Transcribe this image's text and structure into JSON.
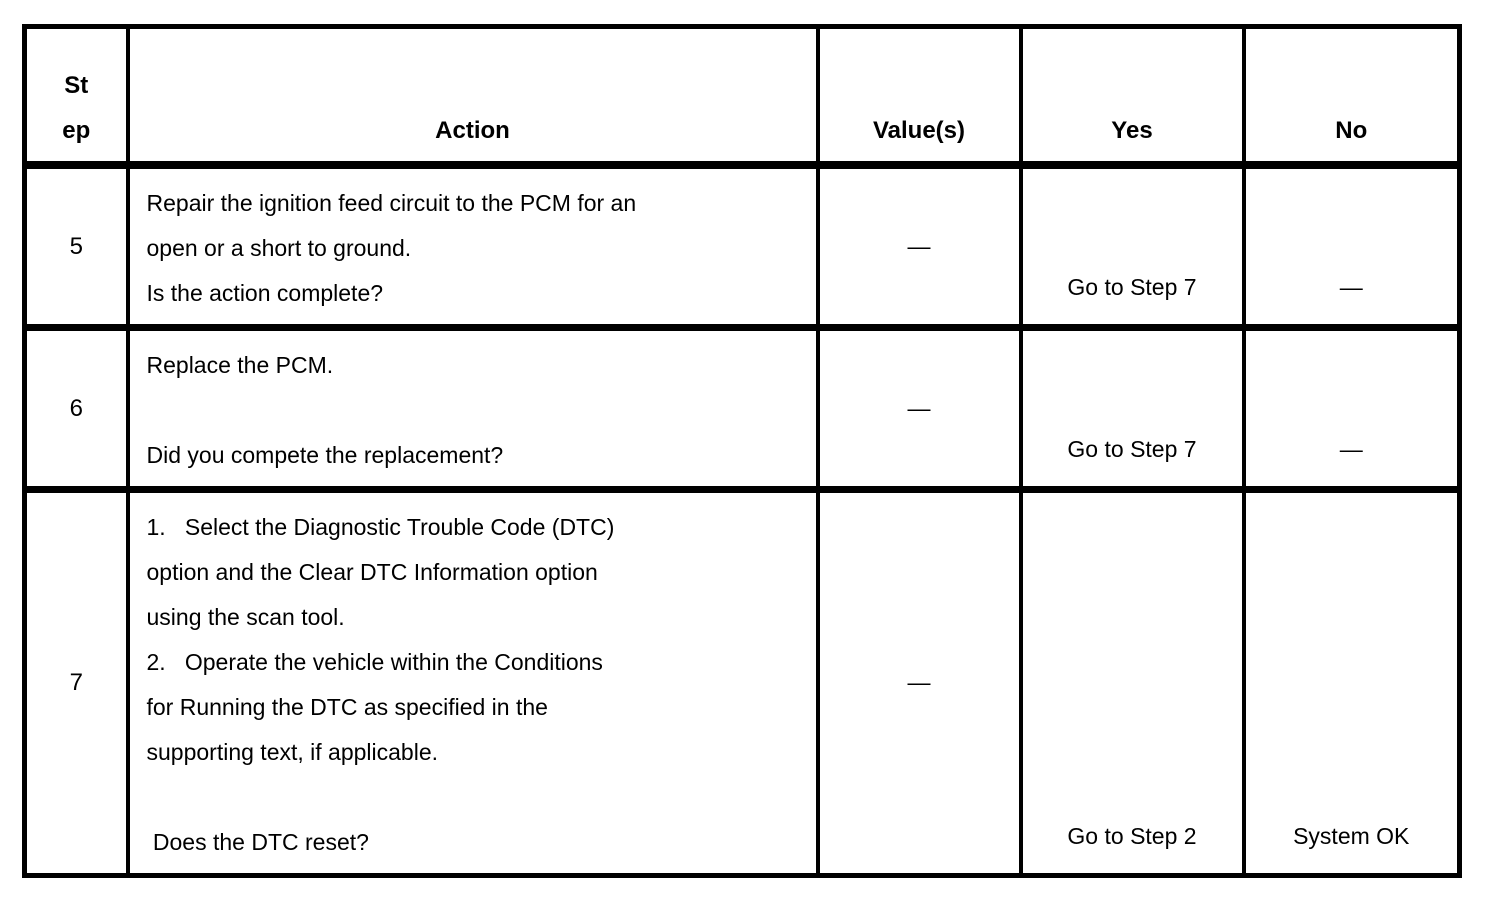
{
  "table": {
    "headers": {
      "step": "St\nep",
      "action": "Action",
      "values": "Value(s)",
      "yes": "Yes",
      "no": "No"
    },
    "rows": [
      {
        "step": "5",
        "action": "Repair the ignition feed circuit to the PCM for an\nopen or a short to ground.\nIs the action complete?",
        "values": "—",
        "yes": "Go to Step 7",
        "no": "—"
      },
      {
        "step": "6",
        "action": "Replace the PCM.\n\nDid you compete the replacement?",
        "values": "—",
        "yes": "Go to Step 7",
        "no": "—"
      },
      {
        "step": "7",
        "action": "1.   Select the Diagnostic Trouble Code (DTC)\noption and the Clear DTC Information option\nusing the scan tool.\n2.   Operate the vehicle within the Conditions\nfor Running the DTC as specified in the\nsupporting text, if applicable.\n\n Does the DTC reset?",
        "values": "—",
        "yes": "Go to Step 2",
        "no": "System OK"
      }
    ]
  }
}
